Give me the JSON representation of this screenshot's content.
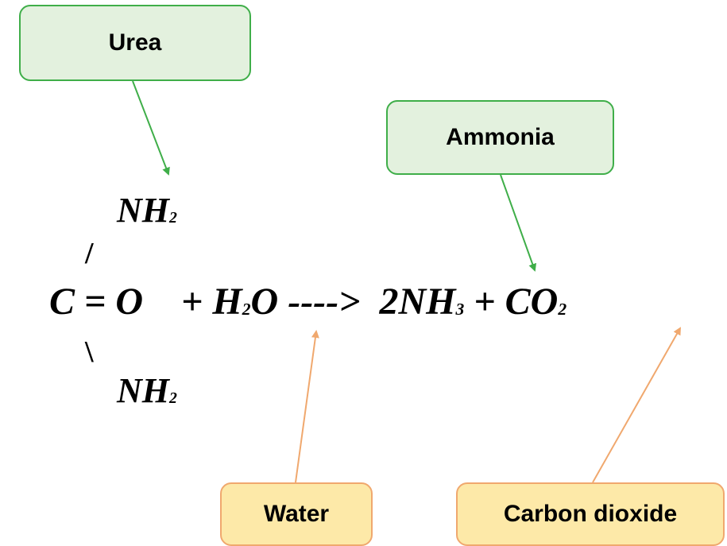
{
  "callouts": {
    "urea": "Urea",
    "ammonia": "Ammonia",
    "water": "Water",
    "carbon_dioxide": "Carbon dioxide"
  },
  "formula": {
    "top_group": {
      "base": "NH",
      "sub": "2"
    },
    "bottom_group": {
      "base": "NH",
      "sub": "2"
    },
    "bond_upper": "/",
    "bond_lower": "\\",
    "urea_core": "C = O",
    "plus_1": "+",
    "water": {
      "part1": "H",
      "sub": "2",
      "part2": "O"
    },
    "yield_arrow": "---->",
    "ammonia": {
      "coef": "2",
      "base": "NH",
      "sub": "3"
    },
    "plus_2": "+",
    "co2": {
      "base": "CO",
      "sub": "2"
    }
  },
  "colors": {
    "green_border": "#3fae49",
    "green_fill": "#e3f1de",
    "orange_border": "#f0a86e",
    "orange_fill": "#fde9a8"
  }
}
